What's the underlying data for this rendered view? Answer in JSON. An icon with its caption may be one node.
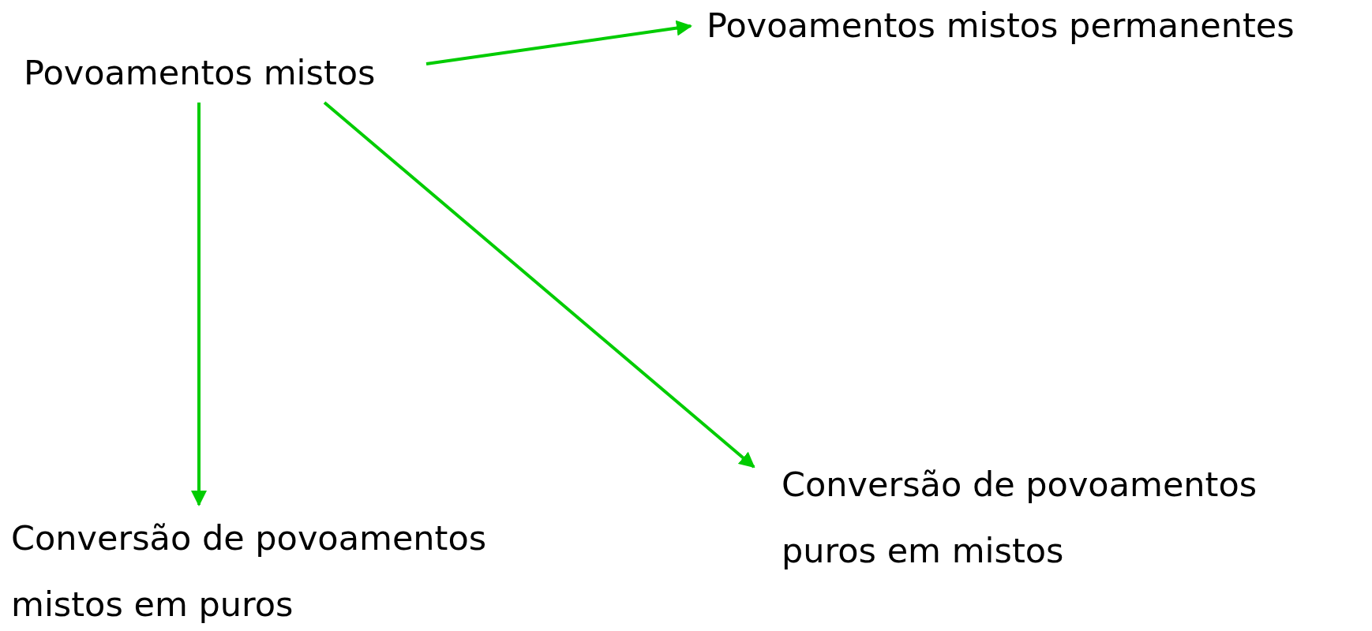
{
  "diagram": {
    "nodes": [
      {
        "text": [
          "Povoamentos mistos"
        ]
      },
      {
        "text": [
          "Povoamentos mistos permanentes"
        ]
      },
      {
        "text": [
          "Conversão de povoamentos mistos em puros"
        ]
      },
      {
        "text": [
          "Conversão de povoamentos puros em mistos"
        ]
      }
    ],
    "edges": [
      {
        "from": 0,
        "to": 1,
        "arrow": "to"
      },
      {
        "from": 0,
        "to": 2,
        "arrow": "to"
      },
      {
        "from": 0,
        "to": 3,
        "arrow": "to"
      }
    ]
  }
}
